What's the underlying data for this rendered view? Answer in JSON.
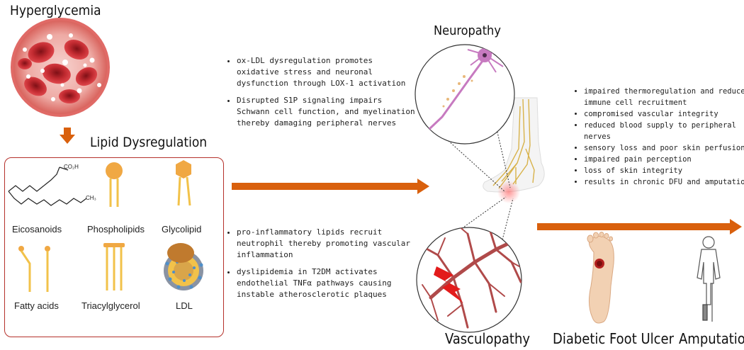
{
  "titles": {
    "hyperglycemia": "Hyperglycemia",
    "lipid_dysregulation": "Lipid Dysregulation",
    "neuropathy": "Neuropathy",
    "vasculopathy": "Vasculopathy",
    "diabetic_foot_ulcer": "Diabetic Foot Ulcer",
    "amputation": "Amputation"
  },
  "lipids": {
    "eicosanoids": "Eicosanoids",
    "co2h": "CO₂H",
    "ch3": "CH₃",
    "phospholipids": "Phospholipids",
    "glycolipid": "Glycolipid",
    "fatty_acids": "Fatty acids",
    "triacylglycerol": "Triacylglycerol",
    "ldl": "LDL"
  },
  "neuropathy_points": [
    "ox-LDL dysregulation promotes oxidative stress and neuronal dysfunction through LOX-1 activation",
    "Disrupted S1P signaling impairs Schwann cell function, and myelination thereby damaging peripheral nerves"
  ],
  "vasculopathy_points": [
    "pro-inflammatory lipids recruit neutrophil thereby promoting vascular inflammation",
    "dyslipidemia in T2DM activates endothelial TNFα pathways causing instable atherosclerotic plaques"
  ],
  "outcome_points": [
    "impaired thermoregulation and reduced immune cell recruitment",
    "compromised vascular integrity",
    "reduced blood supply to peripheral nerves",
    "sensory loss and poor skin perfusion",
    "impaired pain perception",
    "loss of skin integrity",
    "results in chronic DFU and amputation"
  ],
  "colors": {
    "arrow_orange": "#d9600d",
    "box_border": "#b5312b",
    "lipid_yellow": "#f2c24a",
    "head_orange": "#f0a843",
    "vessel": "#b04a4a",
    "nerve": "#d8b24a",
    "neuron": "#c77ac0",
    "blood_cell": "#c8343b"
  }
}
